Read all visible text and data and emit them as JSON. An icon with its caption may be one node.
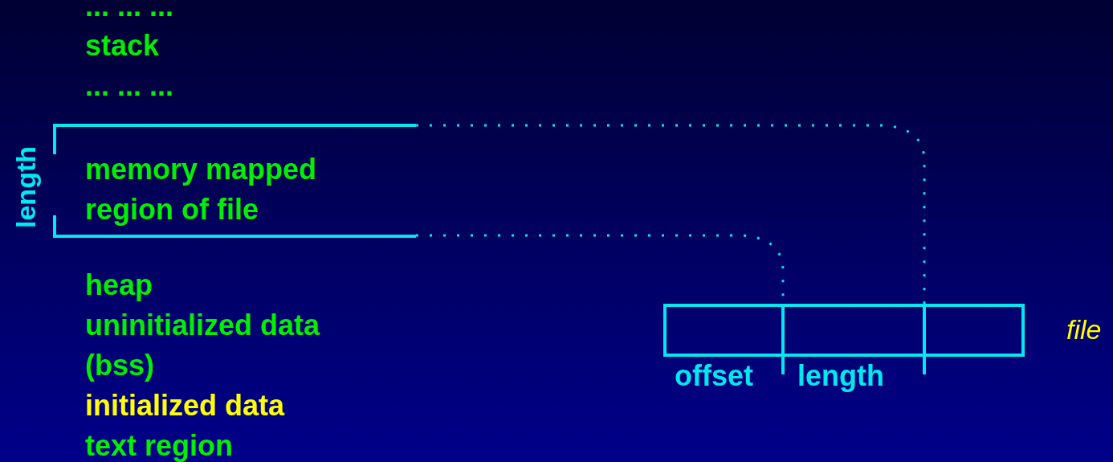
{
  "diagram": {
    "nodes": [
      {
        "text": [
          "memory mapped region of file"
        ]
      },
      {
        "text": [],
        "shape": "box",
        "beside": [
          "file"
        ]
      }
    ],
    "edges": [
      {
        "from": 0,
        "to": 1,
        "arrow": "none",
        "style": "dashed"
      },
      {
        "from": 0,
        "to": 1,
        "arrow": "none",
        "style": "dashed"
      }
    ],
    "labels": [
      "... ... ...",
      "stack",
      "... ... ...",
      "length",
      "heap",
      "uninitialized data",
      "(bss)",
      "initialized data",
      "text region",
      "offset",
      "length"
    ]
  }
}
